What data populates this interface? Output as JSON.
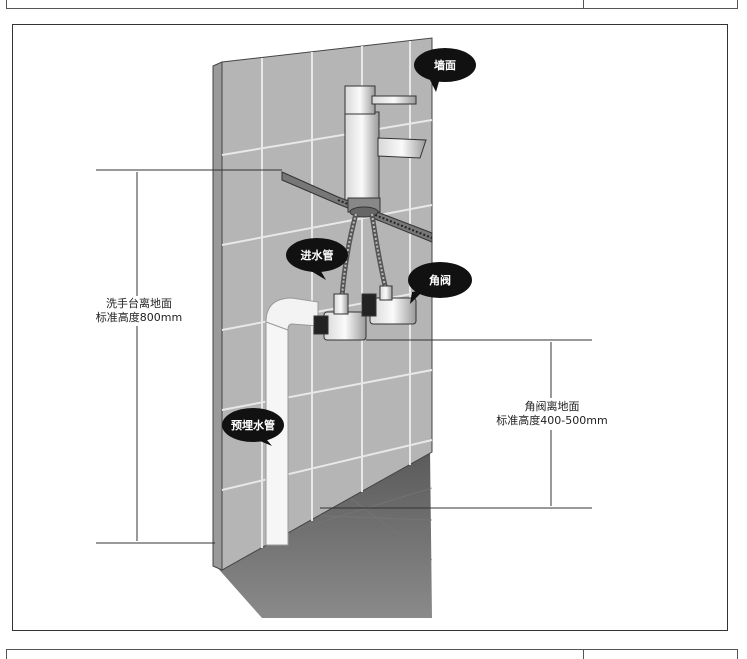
{
  "labels": {
    "wall": "墙面",
    "inlet_pipe": "进水管",
    "angle_valve": "角阀",
    "embedded_pipe": "预埋水管",
    "basin_height_line1": "洗手台离地面",
    "basin_height_line2": "标准高度800mm",
    "valve_height_line1": "角阀离地面",
    "valve_height_line2": "标准高度400-500mm"
  }
}
